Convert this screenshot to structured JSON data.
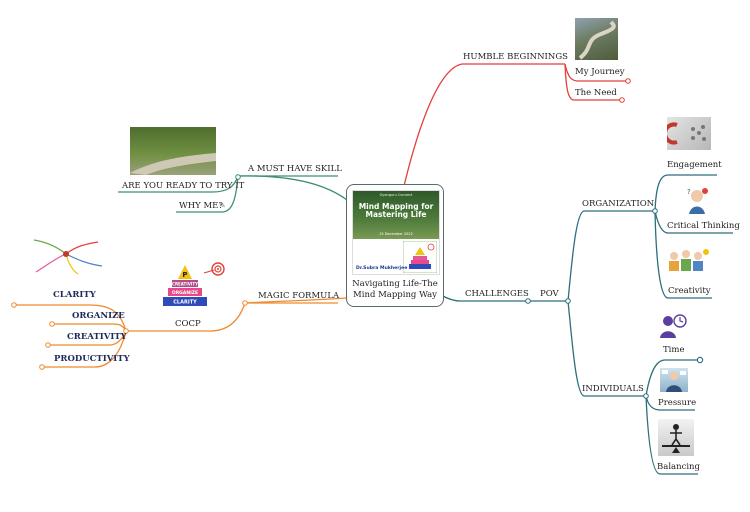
{
  "central": {
    "title": "Navigating Life-The Mind Mapping Way",
    "cover": {
      "org": "Gyanguru Connect",
      "headline": "Mind Mapping for Mastering Life",
      "date": "15 December 2022",
      "author": "Dr.Subra Mukherjee"
    }
  },
  "branches": {
    "humble_beginnings": {
      "label": "HUMBLE BEGINNINGS",
      "children": [
        "My Journey",
        "The Need"
      ],
      "color": "#e0413a"
    },
    "must_have_skill": {
      "label": "A MUST HAVE SKILL",
      "children": [
        "ARE YOU READY TO TRY IT",
        "WHY ME?"
      ],
      "color": "#3f8f74"
    },
    "magic_formula": {
      "label": "MAGIC FORMULA",
      "sub": "COCP",
      "children": [
        "CLARITY",
        "ORGANIZE",
        "CREATIVITY",
        "PRODUCTIVITY"
      ],
      "color": "#ef8a2e"
    },
    "challenges": {
      "label": "CHALLENGES",
      "sub": "POV",
      "color": "#2e6e7e",
      "organization": {
        "label": "ORGANIZATION",
        "children": [
          "Engagement",
          "Critical Thinking",
          "Creativity"
        ]
      },
      "individuals": {
        "label": "INDIVIDUALS",
        "children": [
          "Time",
          "Pressure",
          "Balancing"
        ]
      }
    }
  },
  "pyramid": [
    "P",
    "CREATIVITY",
    "ORGANIZE",
    "CLARITY"
  ]
}
